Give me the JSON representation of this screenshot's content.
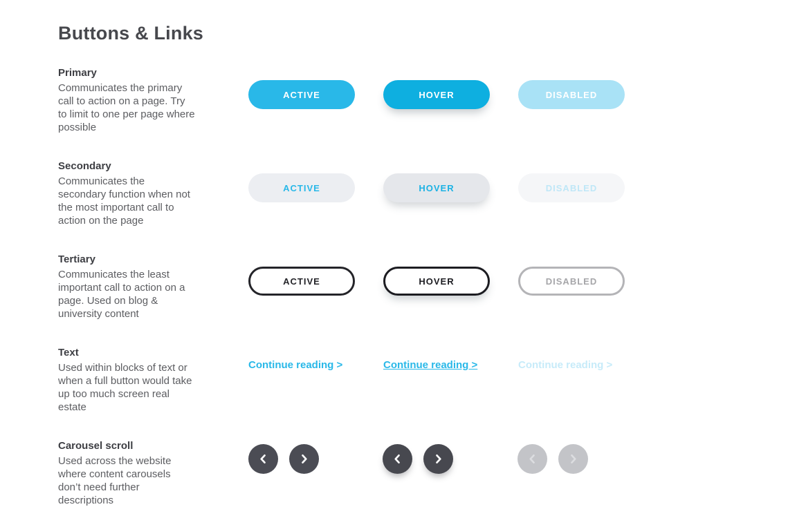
{
  "page": {
    "title": "Buttons & Links"
  },
  "colors": {
    "primary_active": "#29b8e8",
    "primary_hover": "#0eafe0",
    "primary_disabled": "#a9e2f6",
    "secondary_bg": "#eceef2",
    "secondary_bg_hover": "#e5e7eb",
    "secondary_bg_disabled": "#f5f6f8",
    "secondary_text": "#29b8e8",
    "tertiary_dark": "#242429",
    "tertiary_disabled": "#b4b4b7",
    "link_cyan": "#29b8e8",
    "link_disabled": "#c7ebf9",
    "carousel_dark": "#4b4c54",
    "carousel_disabled": "#c3c4c8",
    "heading_text": "#47484d",
    "body_text": "#5c5d61"
  },
  "rows": [
    {
      "name": "Primary",
      "description": "Communicates the primary call to action on a page. Try to limit to one per page where possible",
      "states": {
        "active": "ACTIVE",
        "hover": "HOVER",
        "disabled": "DISABLED"
      }
    },
    {
      "name": "Secondary",
      "description": "Communicates the secondary function when not the most important call to action on the page",
      "states": {
        "active": "ACTIVE",
        "hover": "HOVER",
        "disabled": "DISABLED"
      }
    },
    {
      "name": "Tertiary",
      "description": "Communicates the least important call to action on a page. Used on blog & university content",
      "states": {
        "active": "ACTIVE",
        "hover": "HOVER",
        "disabled": "DISABLED"
      }
    },
    {
      "name": "Text",
      "description": "Used within blocks of text or when a full button would take up too much screen real estate",
      "links": {
        "active": "Continue reading >",
        "hover": "Continue reading >",
        "disabled": "Continue reading >"
      }
    },
    {
      "name": "Carousel scroll",
      "description": "Used across the website where content carousels don’t need further descriptions"
    }
  ]
}
